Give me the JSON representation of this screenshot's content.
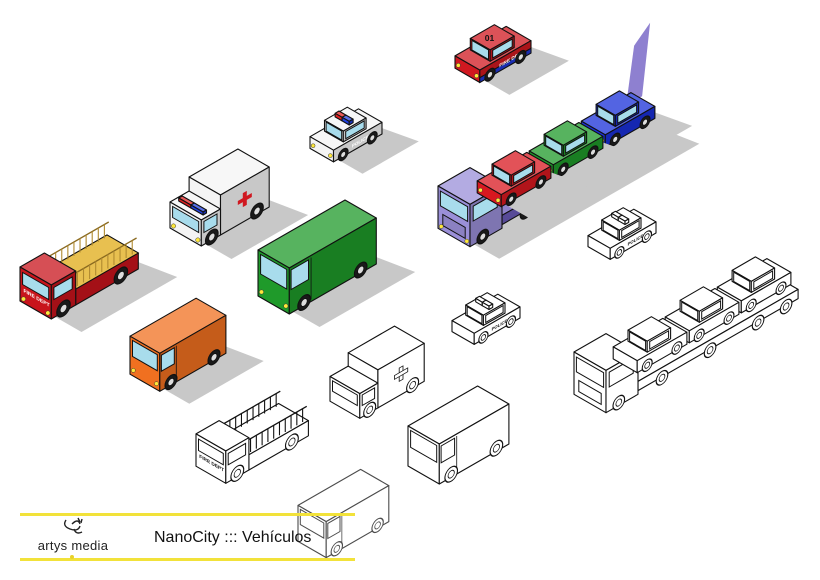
{
  "banner": {
    "title": "NanoCity ::: Vehículos",
    "logo_text": "artys media",
    "accent_color": "#f2e23a"
  },
  "labels": {
    "fire": "FIRE DEPT",
    "police": "POLICE",
    "car_number": "01"
  },
  "vehicles": [
    {
      "kind": "car",
      "style": "color",
      "body": "#d01820",
      "accent": "#1a2db0",
      "label": "fire",
      "roof": "car_number"
    },
    {
      "kind": "car",
      "style": "color",
      "body": "#f4f4f4",
      "accent": "#e02020",
      "label": "police",
      "lights": true
    },
    {
      "kind": "ambulance",
      "style": "color",
      "body": "#f4f4f4",
      "accent": "#d01820"
    },
    {
      "kind": "firetruck",
      "style": "color",
      "body": "#c8141c",
      "accent": "#e8c050",
      "label": "fire"
    },
    {
      "kind": "van",
      "style": "color",
      "body": "#1f9a2a"
    },
    {
      "kind": "van",
      "style": "color",
      "body": "#f07020"
    },
    {
      "kind": "carrier",
      "style": "color",
      "body": "#9a8fd8",
      "cargo": [
        "#1a30d8",
        "#1f9a2a",
        "#d81820"
      ]
    },
    {
      "kind": "car",
      "style": "outline",
      "label": "police",
      "lights": true
    },
    {
      "kind": "car",
      "style": "outline",
      "label": "police",
      "lights": true
    },
    {
      "kind": "ambulance",
      "style": "outline"
    },
    {
      "kind": "carrier",
      "style": "outline"
    },
    {
      "kind": "firetruck",
      "style": "outline",
      "label": "fire"
    },
    {
      "kind": "van",
      "style": "outline"
    },
    {
      "kind": "van",
      "style": "outline"
    }
  ]
}
